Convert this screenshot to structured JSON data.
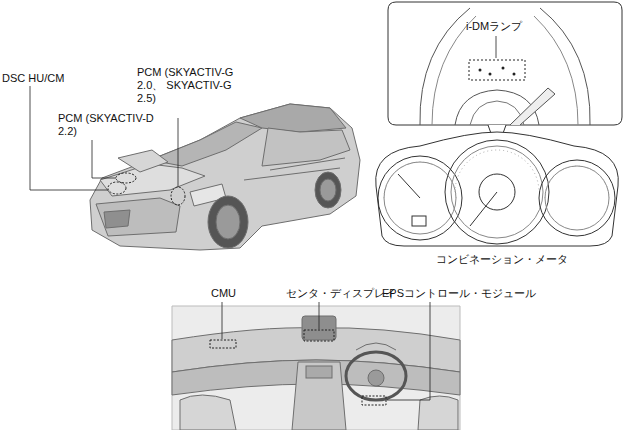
{
  "diagram": {
    "labels": [
      "DSC HU/CM",
      "PCM (SKYACTIV-D 2.2)",
      "PCM (SKYACTIV-G 2.0、 SKYACTIV-G 2.5)",
      "i-DMランプ",
      "コンビネーション・メータ",
      "CMU",
      "センタ・ディスプレイ",
      "EPSコントロール・モジュール"
    ]
  }
}
